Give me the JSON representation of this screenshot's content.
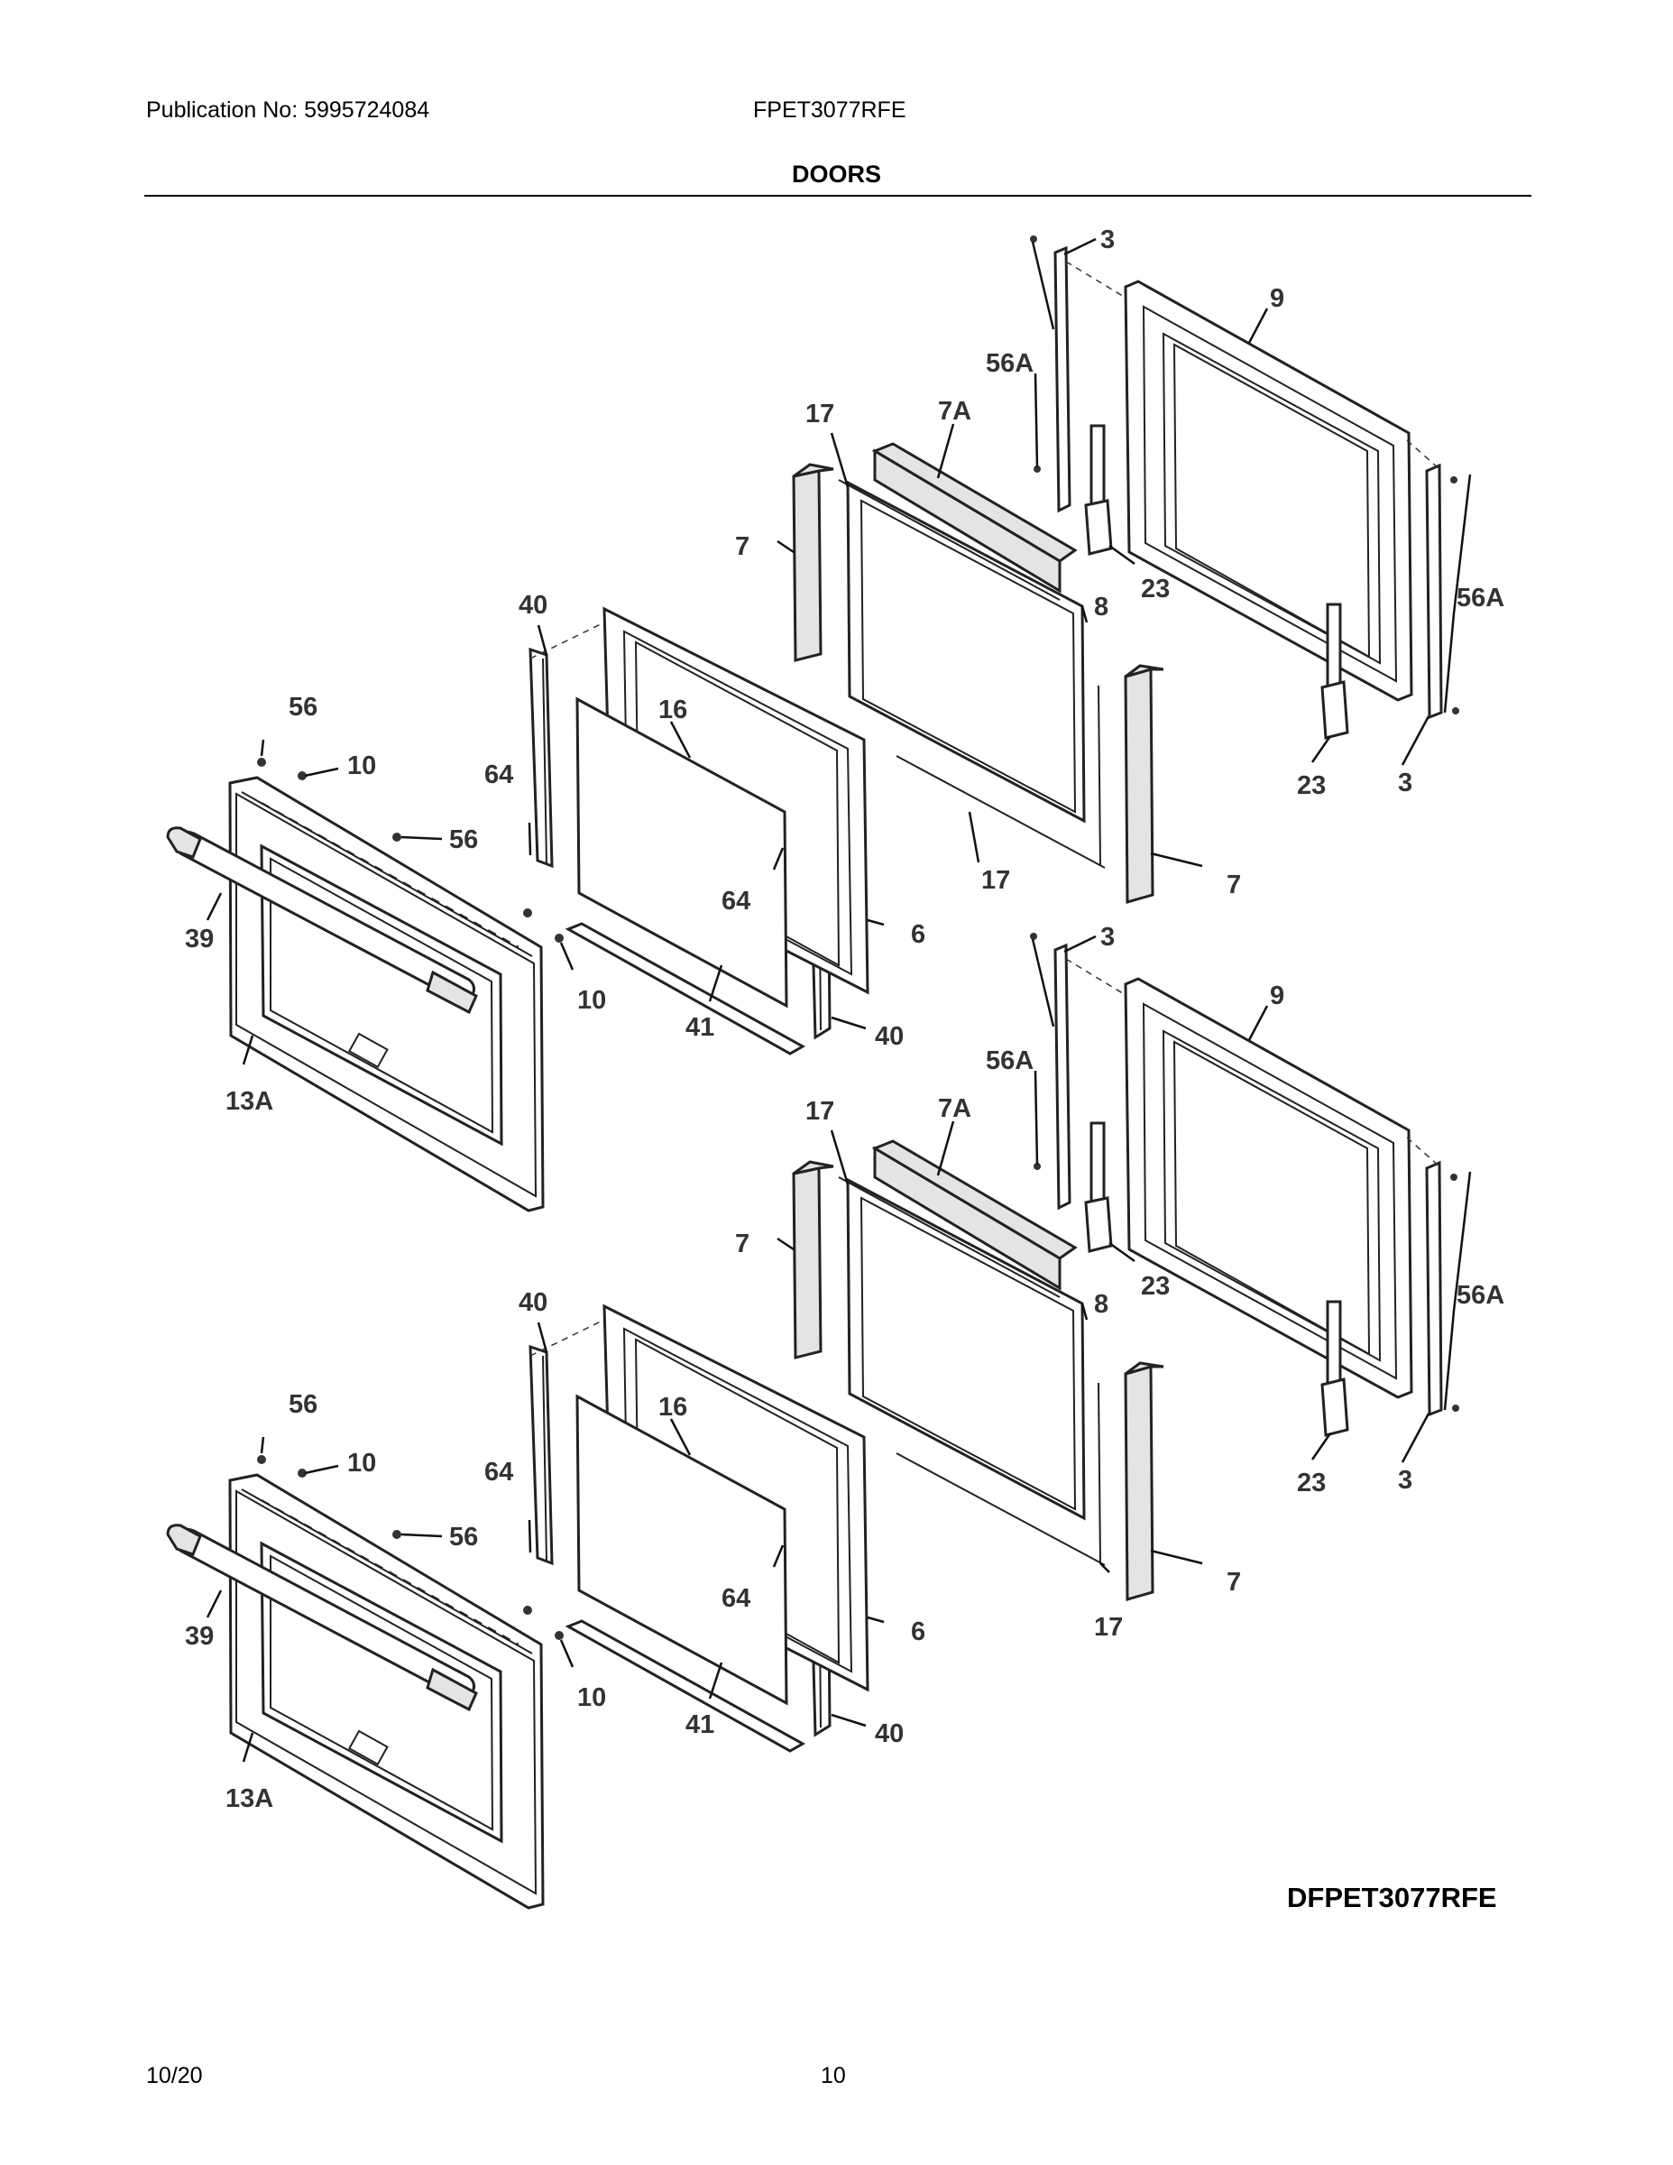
{
  "header": {
    "publication": "Publication No: 5995724084",
    "model": "FPET3077RFE"
  },
  "title": "DOORS",
  "diagram_code": "DFPET3077RFE",
  "footer": {
    "date": "10/20",
    "page": "10"
  },
  "callouts": {
    "upper": {
      "c3a": "3",
      "c9": "9",
      "c56a_a": "56A",
      "c17a": "17",
      "c7a_strip": "7A",
      "c7_left": "7",
      "c23a": "23",
      "c56a_b": "56A",
      "c8": "8",
      "c40a": "40",
      "c16": "16",
      "c56_a": "56",
      "c10_a": "10",
      "c64_a": "64",
      "c56_b": "56",
      "c39": "39",
      "c64_b": "64",
      "c6": "6",
      "c10_b": "10",
      "c41": "41",
      "c40_b": "40",
      "c13a": "13A",
      "c17_b": "17",
      "c7_right": "7",
      "c23_b": "23",
      "c3_b": "3"
    },
    "lower": {
      "c3a": "3",
      "c9": "9",
      "c56a_a": "56A",
      "c17a": "17",
      "c7a_strip": "7A",
      "c7_left": "7",
      "c23a": "23",
      "c56a_b": "56A",
      "c8": "8",
      "c40a": "40",
      "c16": "16",
      "c56_a": "56",
      "c10_a": "10",
      "c64_a": "64",
      "c56_b": "56",
      "c39": "39",
      "c64_b": "64",
      "c6": "6",
      "c10_b": "10",
      "c41": "41",
      "c40_b": "40",
      "c13a": "13A",
      "c17_b": "17",
      "c7_right": "7",
      "c23_b": "23",
      "c3_b": "3"
    }
  }
}
